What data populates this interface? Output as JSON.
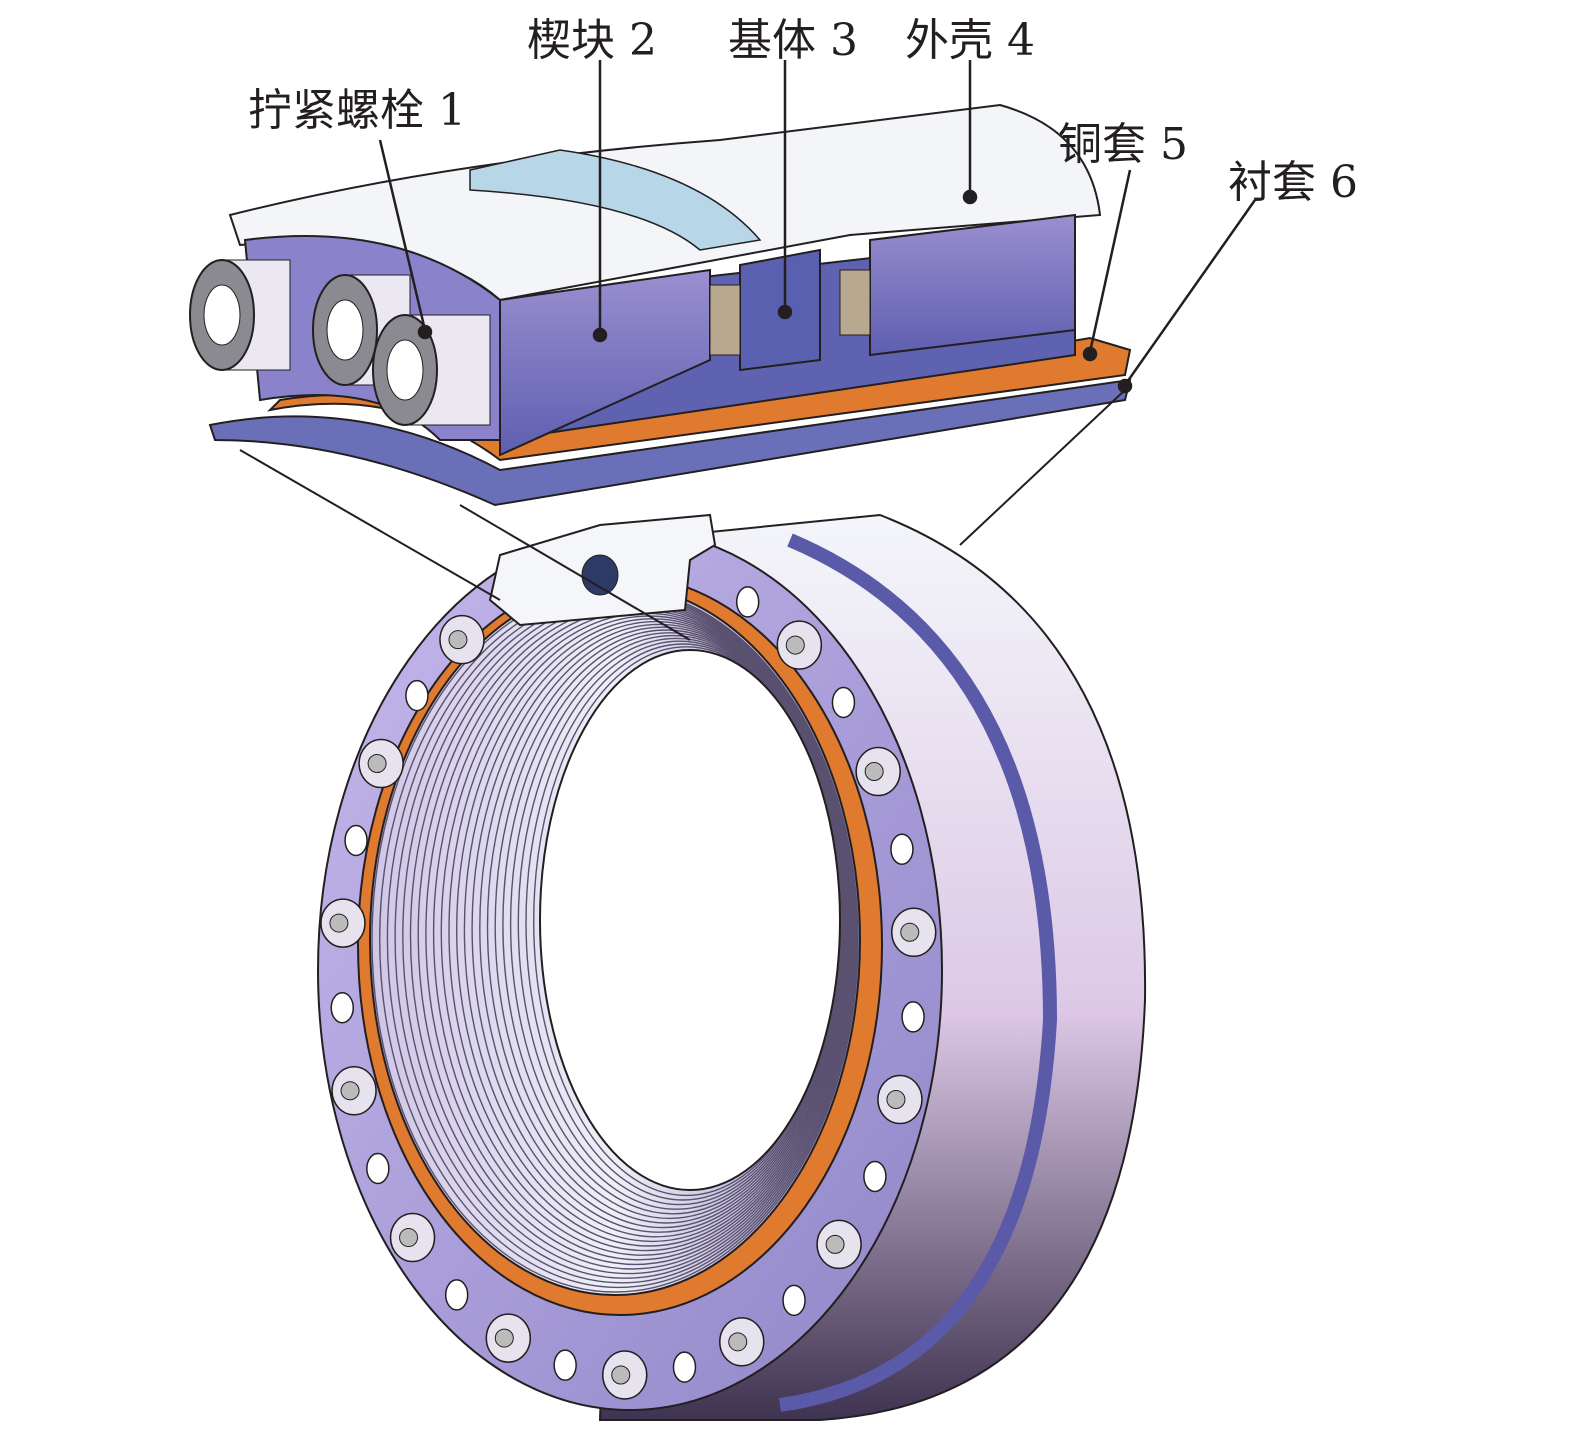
{
  "labels": {
    "bolt": "拧紧螺栓 1",
    "wedge": "楔块 2",
    "base": "基体 3",
    "shell": "外壳 4",
    "copper_sleeve": "铜套 5",
    "liner": "衬套 6"
  },
  "colors": {
    "purple": "#7b6fb8",
    "purple_dark": "#4f55a6",
    "copper": "#e07a2e",
    "light": "#eef3f8",
    "line": "#231f20"
  }
}
